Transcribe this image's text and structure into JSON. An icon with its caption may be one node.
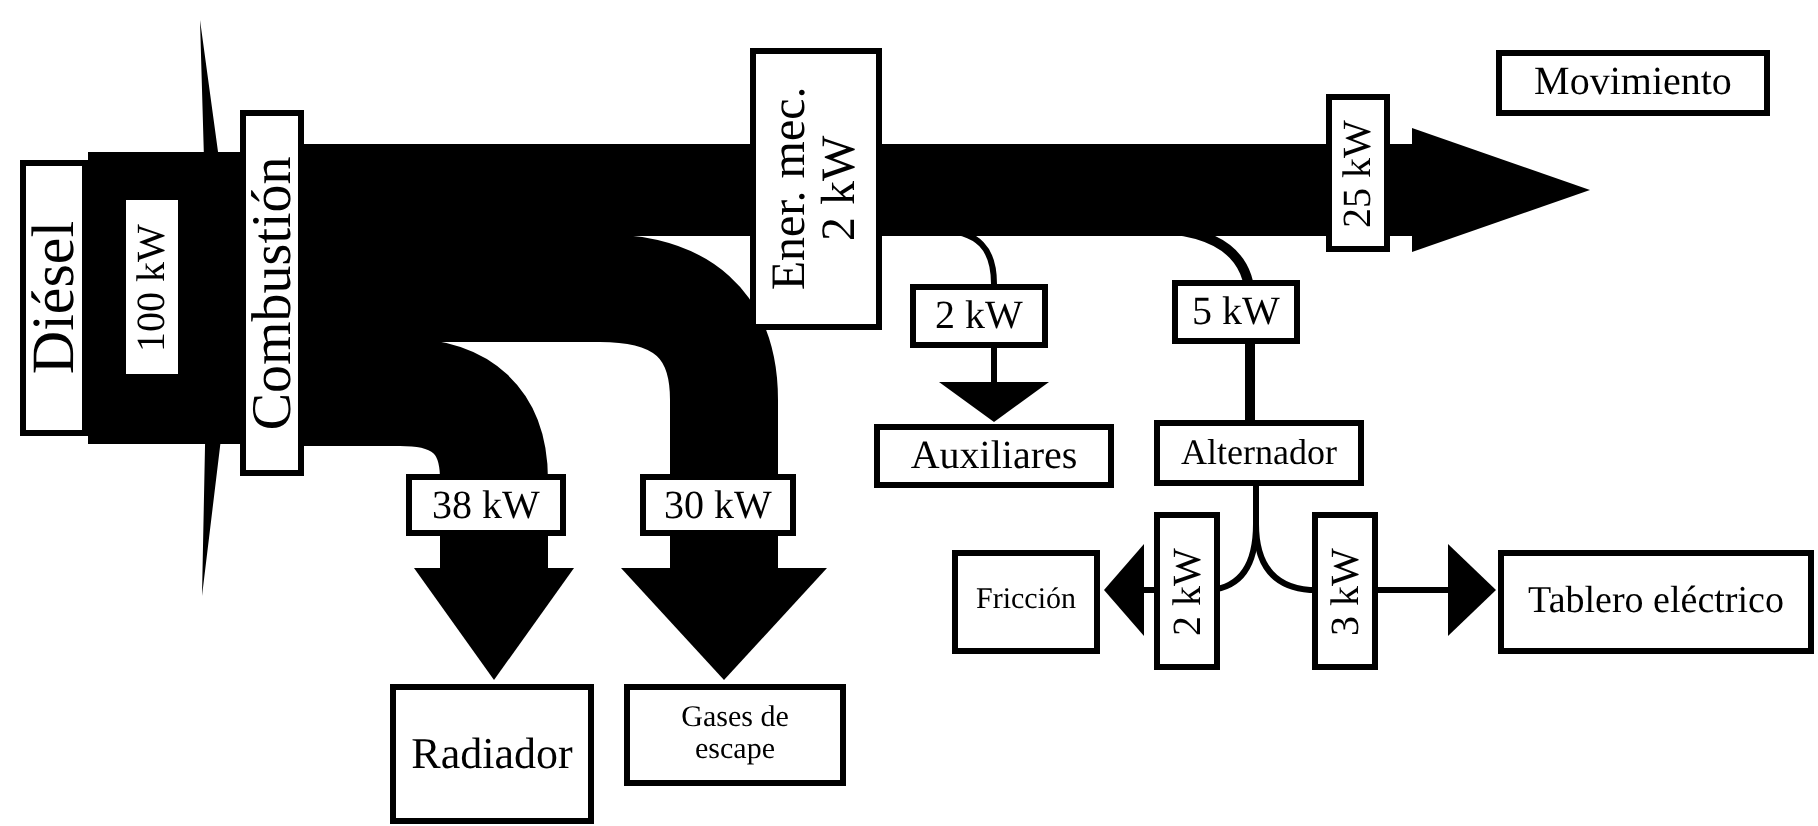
{
  "diagram": {
    "nodes": [
      {
        "text": [
          "Diésel"
        ]
      },
      {
        "text": [
          "Combustión"
        ]
      },
      {
        "text": [
          "Ener. mec. 2 kW"
        ]
      },
      {
        "text": [
          "Movimiento"
        ]
      },
      {
        "text": [
          "Auxiliares"
        ]
      },
      {
        "text": [
          "Alternador"
        ]
      },
      {
        "text": [
          "Radiador"
        ]
      },
      {
        "text": [
          "Gases de escape"
        ]
      },
      {
        "text": [
          "Fricción"
        ]
      },
      {
        "text": [
          "Tablero eléctrico"
        ]
      }
    ],
    "edges": [
      {
        "from": 0,
        "to": 1,
        "arrow": "none",
        "label": "100 kW",
        "style": "thick"
      },
      {
        "from": 1,
        "to": 2,
        "arrow": "none"
      },
      {
        "from": 2,
        "to": 3,
        "arrow": "to",
        "label": "25 kW"
      },
      {
        "from": 1,
        "to": 6,
        "arrow": "to",
        "label": "38 kW"
      },
      {
        "from": 1,
        "to": 7,
        "arrow": "to",
        "label": "30 kW"
      },
      {
        "from": 2,
        "to": 4,
        "arrow": "to",
        "label": "2 kW"
      },
      {
        "from": 2,
        "to": 5,
        "arrow": "none",
        "label": "5 kW"
      },
      {
        "from": 5,
        "to": 8,
        "arrow": "to",
        "label": "2 kW"
      },
      {
        "from": 5,
        "to": 9,
        "arrow": "to",
        "label": "3 kW"
      }
    ]
  }
}
